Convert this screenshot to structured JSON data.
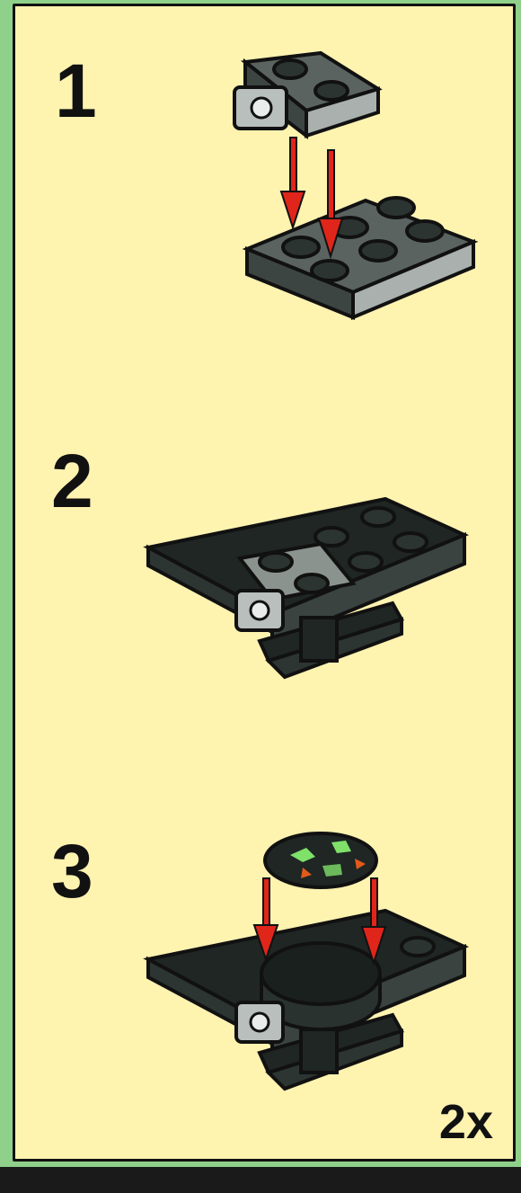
{
  "steps": [
    {
      "number": "1"
    },
    {
      "number": "2"
    },
    {
      "number": "3"
    }
  ],
  "quantity": "2x",
  "colors": {
    "background": "#fff3b0",
    "page_edge": "#8fd18a",
    "dark_part": "#1f2623",
    "gray_part": "#4a5350",
    "light_part": "#a9b0ad",
    "arrow": "#e0251b"
  }
}
